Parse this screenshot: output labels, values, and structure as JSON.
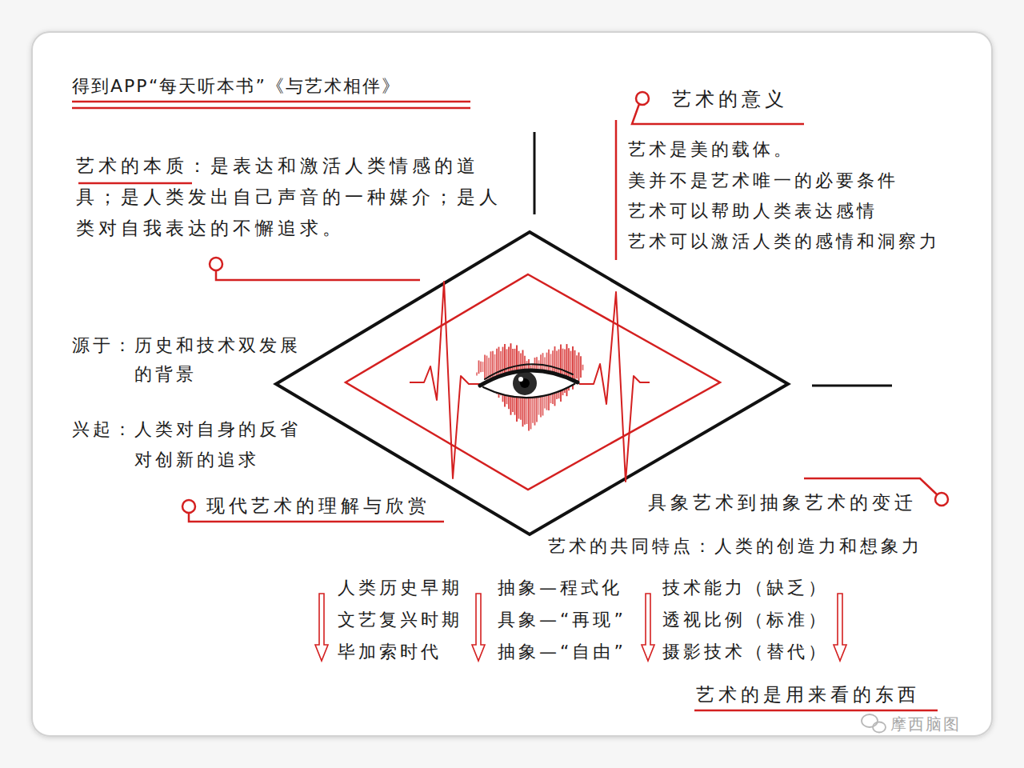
{
  "diagram": {
    "title": "得到APP“每天听本书”《与艺术相伴》",
    "labels": [
      "艺术的本质：是表达和激活人类情感的道具；是人类发出自己声音的一种媒介；是人类对自我表达的不懈追求。",
      "艺术的意义",
      "艺术是美的载体。",
      "美并不是艺术唯一的必要条件",
      "艺术可以帮助人类表达感情",
      "艺术可以激活人类的感情和洞察力",
      "源于：历史和技术双发展的背景",
      "兴起：人类对自身的反省对创新的追求",
      "现代艺术的理解与欣赏",
      "具象艺术到抽象艺术的变迁",
      "艺术的共同特点：人类的创造力和想象力",
      "人类历史早期",
      "抽象—程式化",
      "技术能力（缺乏）",
      "文艺复兴时期",
      "具象—“再现”",
      "透视比例（标准）",
      "毕加索时代",
      "抽象—“自由”",
      "摄影技术（替代）",
      "艺术的是用来看的东西",
      "摩西脑图"
    ]
  }
}
